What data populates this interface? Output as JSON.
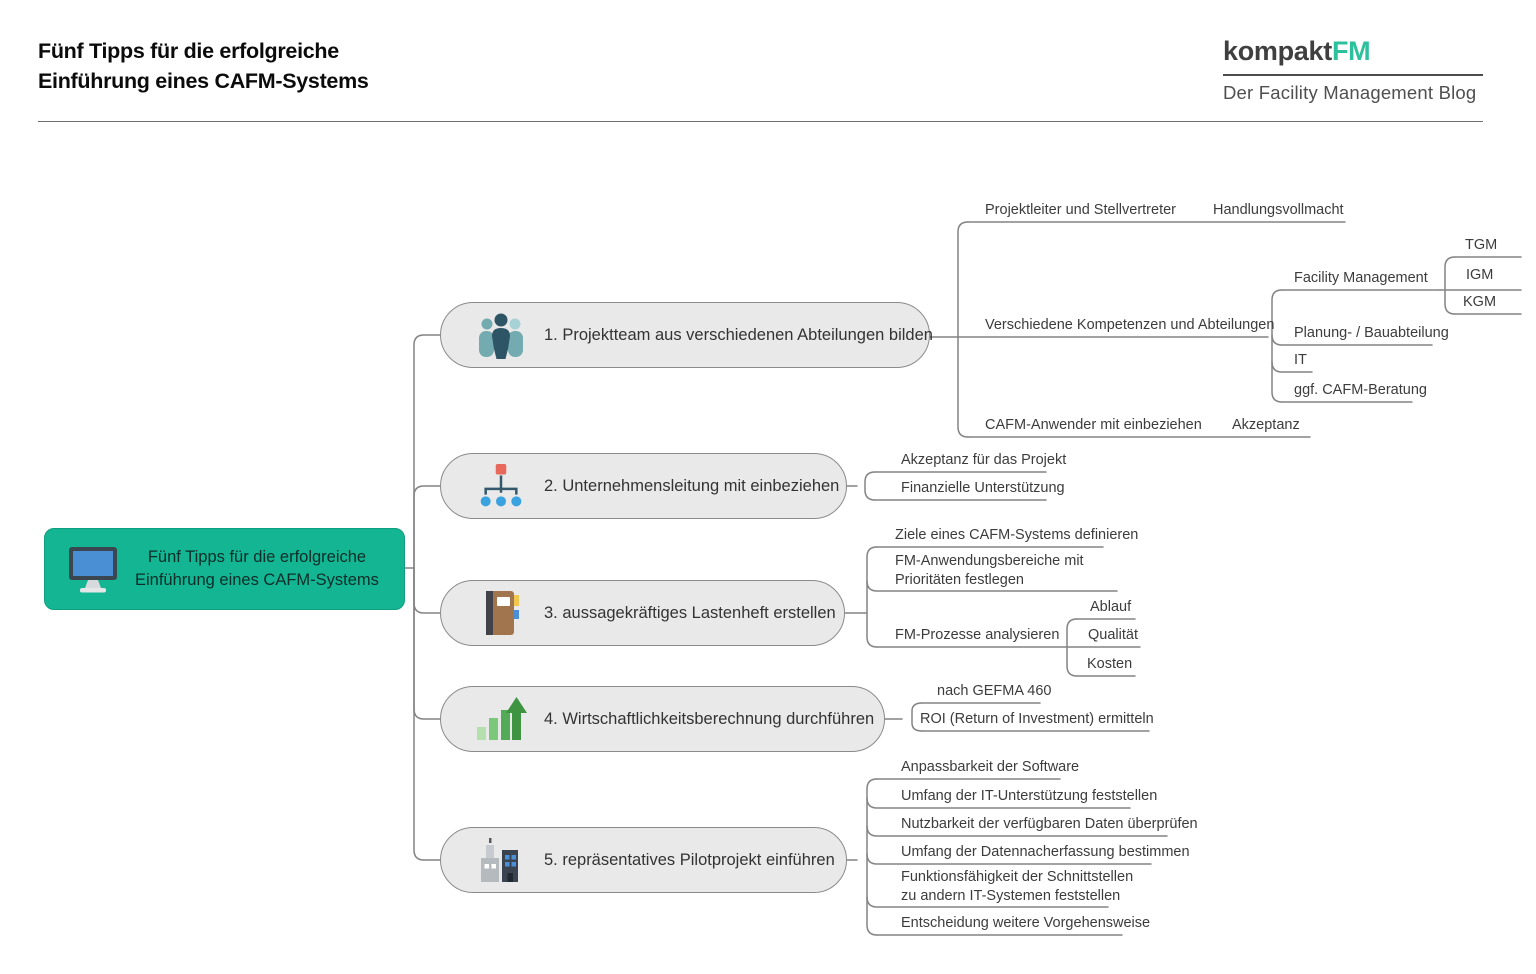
{
  "header": {
    "title_line1": "Fünf Tipps für die erfolgreiche",
    "title_line2": "Einführung eines CAFM-Systems"
  },
  "logo": {
    "brand_prefix": "kompakt",
    "brand_suffix": "FM",
    "tagline": "Der Facility Management Blog",
    "accent_color": "#2cc09c"
  },
  "mindmap": {
    "root": {
      "line1": "Fünf Tipps für die erfolgreiche",
      "line2": "Einführung eines CAFM-Systems",
      "fill_color": "#13b593",
      "icon": "monitor-icon"
    },
    "nodes": [
      {
        "label": "1. Projektteam aus verschiedenen Abteilungen bilden",
        "icon": "team-icon"
      },
      {
        "label": "2. Unternehmensleitung mit einbeziehen",
        "icon": "org-chart-icon"
      },
      {
        "label": "3. aussagekräftiges Lastenheft erstellen",
        "icon": "book-icon"
      },
      {
        "label": "4. Wirtschaftlichkeitsberechnung durchführen",
        "icon": "bar-chart-icon"
      },
      {
        "label": "5. repräsentatives Pilotprojekt einführen",
        "icon": "buildings-icon"
      }
    ],
    "branches": {
      "team": {
        "projektleiter": "Projektleiter und Stellvertreter",
        "handlungsvollmacht": "Handlungsvollmacht",
        "kompetenzen": "Verschiedene Kompetenzen und Abteilungen",
        "facility": "Facility Management",
        "tgm": "TGM",
        "igm": "IGM",
        "kgm": "KGM",
        "planung": "Planung- / Bauabteilung",
        "it": "IT",
        "beratung": "ggf. CAFM-Beratung",
        "anwender": "CAFM-Anwender mit einbeziehen",
        "akzeptanz": "Akzeptanz"
      },
      "leitung": {
        "akzeptanz_projekt": "Akzeptanz für das Projekt",
        "finanzielle": "Finanzielle Unterstützung"
      },
      "lastenheft": {
        "ziele": "Ziele eines CAFM-Systems definieren",
        "anwendung_line1": "FM-Anwendungsbereiche mit",
        "anwendung_line2": "Prioritäten festlegen",
        "prozesse": "FM-Prozesse analysieren",
        "ablauf": "Ablauf",
        "qualitaet": "Qualität",
        "kosten": "Kosten"
      },
      "wirtschaft": {
        "gefma": "nach GEFMA 460",
        "roi": "ROI (Return of Investment) ermitteln"
      },
      "pilot": {
        "anpassbarkeit": "Anpassbarkeit der Software",
        "umfang_it": "Umfang der IT-Unterstützung feststellen",
        "nutzbarkeit": "Nutzbarkeit der verfügbaren Daten überprüfen",
        "umfang_daten": "Umfang der Datennacherfassung bestimmen",
        "funktion_line1": "Funktionsfähigkeit der Schnittstellen",
        "funktion_line2": "zu andern IT-Systemen feststellen",
        "entscheidung": "Entscheidung weitere Vorgehensweise"
      }
    }
  }
}
